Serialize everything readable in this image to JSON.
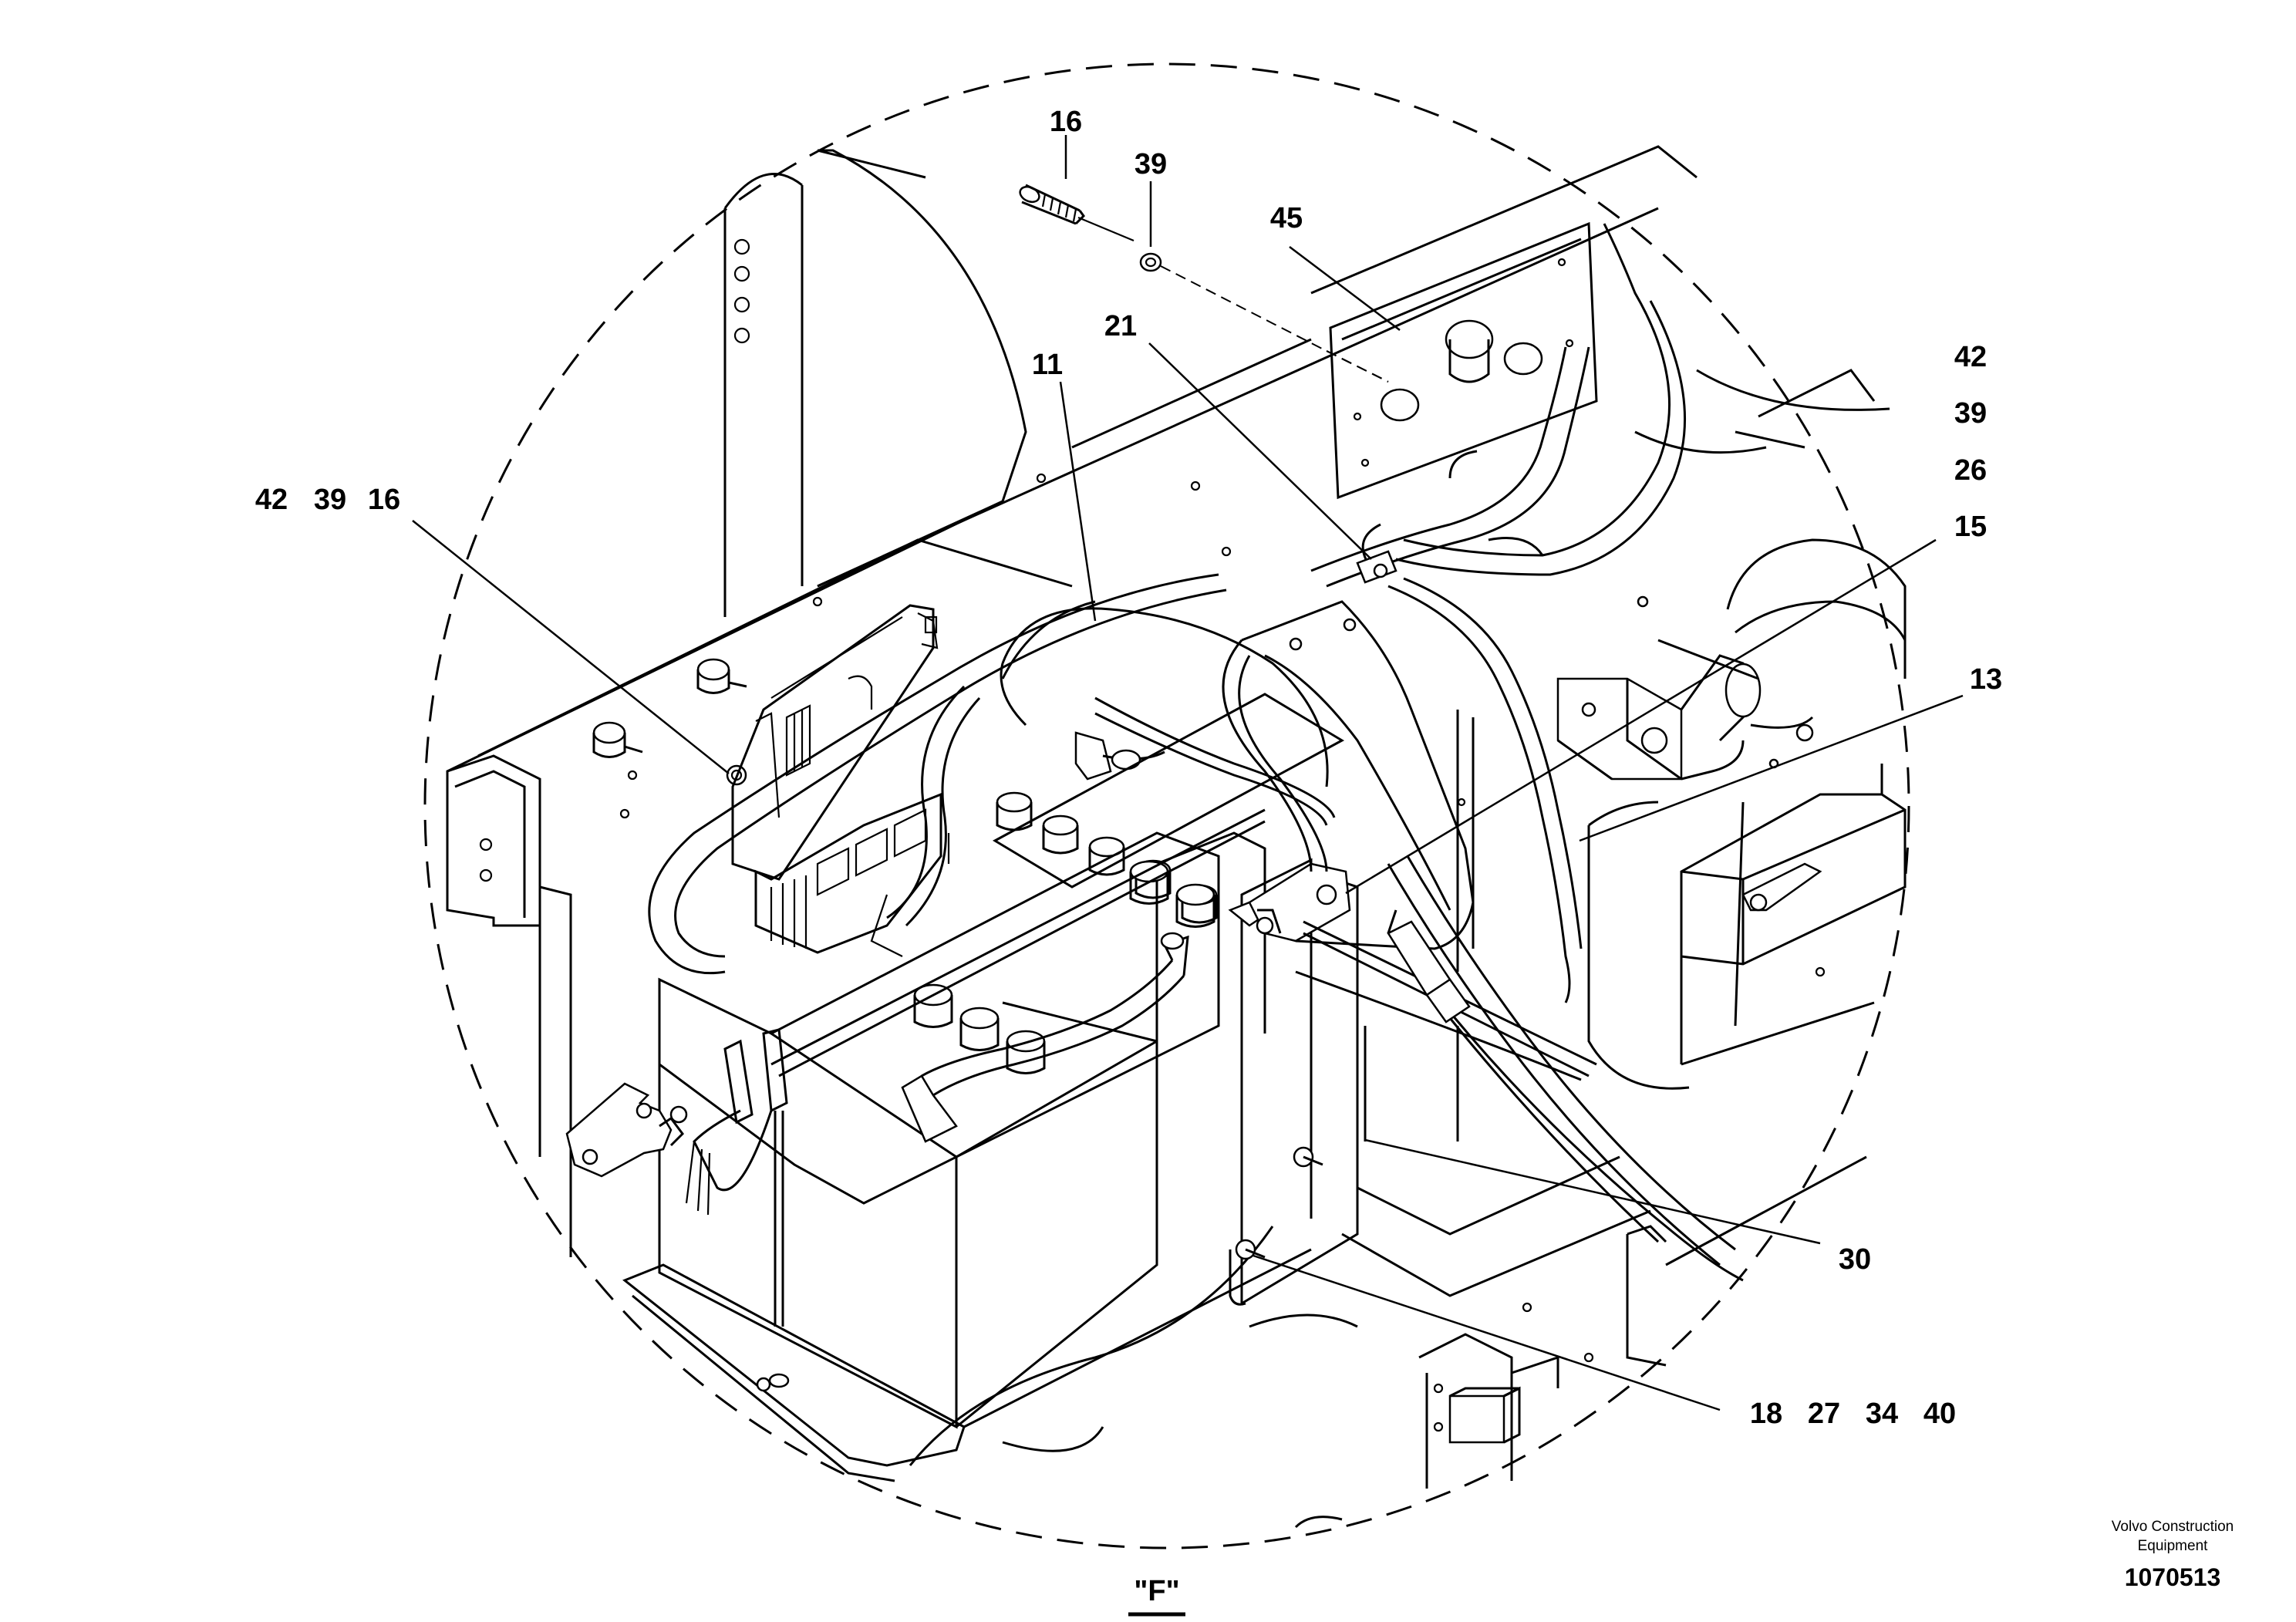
{
  "view_label": "\"F\"",
  "brand": {
    "line1": "Volvo Construction",
    "line2": "Equipment",
    "doc_number": "1070513"
  },
  "callouts": {
    "c16_top": "16",
    "c39_top": "39",
    "c45": "45",
    "c21": "21",
    "c11": "11",
    "c42_right": "42",
    "c39_right": "39",
    "c26_right": "26",
    "c15": "15",
    "c13": "13",
    "c_left_42": "42",
    "c_left_39": "39",
    "c_left_16": "16",
    "c30": "30",
    "c18": "18",
    "c27": "27",
    "c34": "34",
    "c40": "40"
  }
}
